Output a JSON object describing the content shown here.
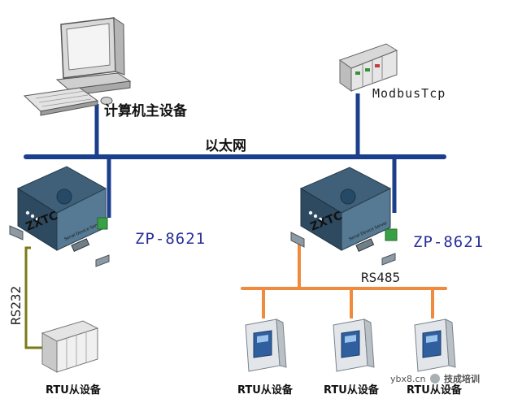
{
  "labels": {
    "host": "计算机主设备",
    "ethernet": "以太网",
    "modbus": "ModbusTcp",
    "model_left": "ZP-8621",
    "model_right": "ZP-8621",
    "rs232": "RS232",
    "rs485": "RS485",
    "rtu_1": "RTU从设备",
    "rtu_2": "RTU从设备",
    "rtu_3": "RTU从设备",
    "rtu_4": "RTU从设备"
  },
  "device": {
    "brand": "ZXTC",
    "caption": "Serial Device Server"
  },
  "watermark": {
    "site": "ybx8.cn",
    "name": "技成培训"
  },
  "colors": {
    "ethernet_bus": "#1c3f8c",
    "rs485_bus": "#f08a3c",
    "rs232_line": "#7a7a14",
    "model_text": "#2a2f9a"
  }
}
